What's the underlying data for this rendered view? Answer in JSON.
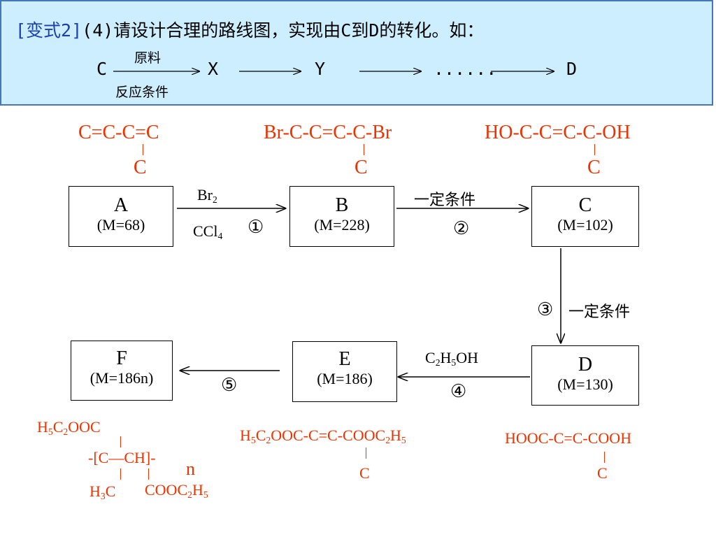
{
  "header": {
    "variant": "[变式2]",
    "question": "(4)请设计合理的路线图，实现由C到D的转化。如：",
    "route": {
      "start": "C",
      "above": "原料",
      "below": "反应条件",
      "nodes": [
        "X",
        "Y",
        "......",
        "D"
      ]
    }
  },
  "compounds": {
    "A": {
      "name": "A",
      "mass": "(M=68)",
      "structure_main": "C=C-C=C",
      "structure_branch": "C"
    },
    "B": {
      "name": "B",
      "mass": "(M=228)",
      "structure_main": "Br-C-C=C-C-Br",
      "structure_branch": "C"
    },
    "C": {
      "name": "C",
      "mass": "(M=102)",
      "structure_main": "HO-C-C=C-C-OH",
      "structure_branch": "C"
    },
    "D": {
      "name": "D",
      "mass": "(M=130)",
      "structure_main": "HOOC-C=C-COOH",
      "structure_branch": "C"
    },
    "E": {
      "name": "E",
      "mass": "(M=186)",
      "structure_main": "H5C2OOC-C=C-COOC2H5",
      "structure_branch": "C"
    },
    "F": {
      "name": "F",
      "mass": "(M=186n)",
      "top": "H5C2OOC",
      "chain": "-[C—CH]-",
      "n": "n",
      "left_sub": "H3C",
      "right_sub": "COOC2H5"
    }
  },
  "steps": {
    "s1": {
      "num": "①",
      "reagent_top": "Br2",
      "reagent_bottom": "CCl4"
    },
    "s2": {
      "num": "②",
      "condition": "一定条件"
    },
    "s3": {
      "num": "③",
      "condition": "一定条件"
    },
    "s4": {
      "num": "④",
      "reagent": "C2H5OH"
    },
    "s5": {
      "num": "⑤"
    }
  },
  "colors": {
    "structure": "#ee3300",
    "header_bg": "#cceeff",
    "header_border": "#4477bb",
    "variant": "#1a3fb0"
  }
}
